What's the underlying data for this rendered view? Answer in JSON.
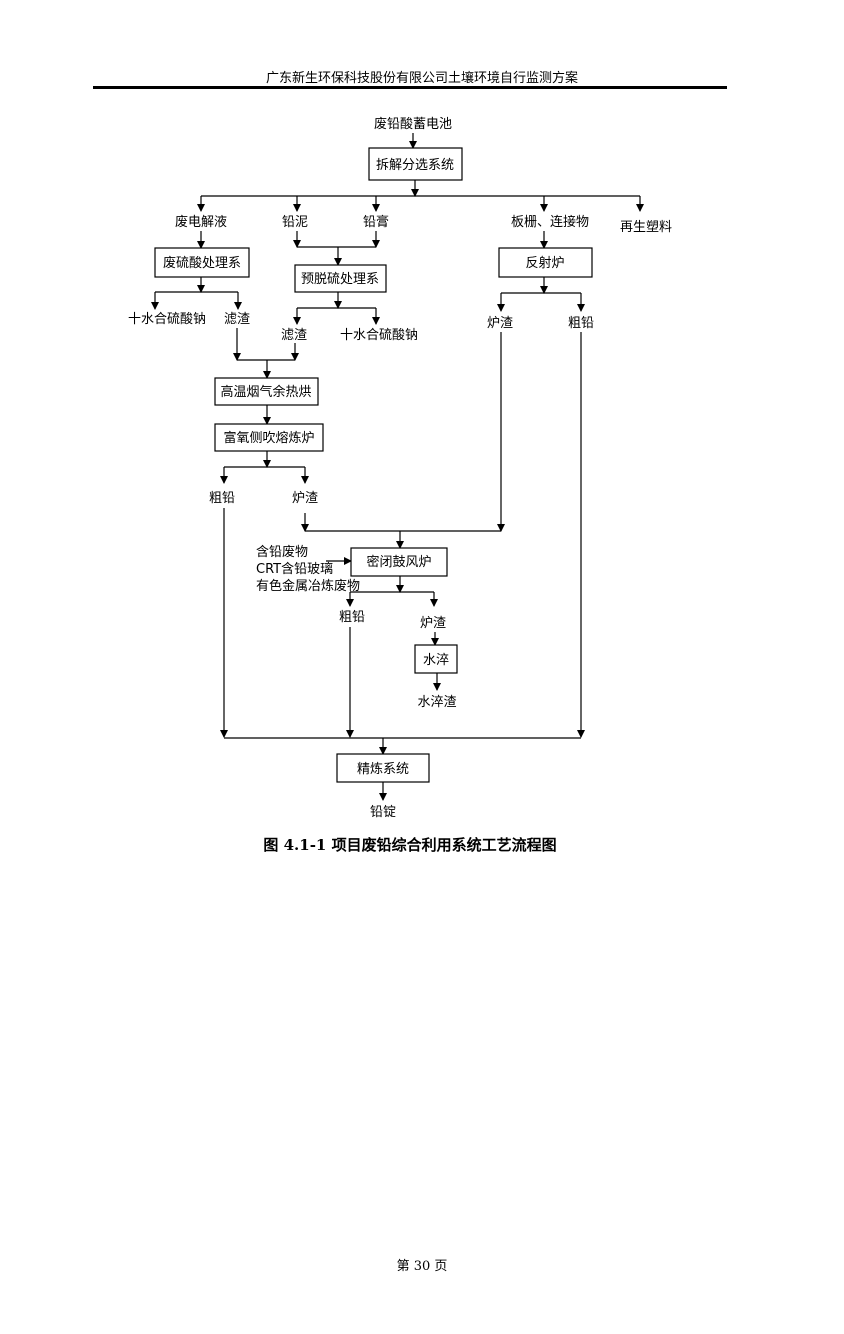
{
  "header": "广东新生环保科技股份有限公司土壤环境自行监测方案",
  "flow": {
    "input": "废铅酸蓄电池",
    "dismantle": "拆解分选系统",
    "electrolyte": "废电解液",
    "lead_mud": "铅泥",
    "lead_paste": "铅膏",
    "grid": "板栅、连接物",
    "plastic": "再生塑料",
    "acid_treat": "废硫酸处理系",
    "desulf": "预脱硫处理系",
    "reverb": "反射炉",
    "sodium1": "十水合硫酸钠",
    "residue1": "滤渣",
    "residue2": "滤渣",
    "sodium2": "十水合硫酸钠",
    "slag_reverb": "炉渣",
    "crude_reverb": "粗铅",
    "dryer": "高温烟气余热烘",
    "smelter": "富氧侧吹熔炼炉",
    "crude_smelter": "粗铅",
    "slag_smelter": "炉渣",
    "side_in1": "含铅废物",
    "side_in2": "CRT含铅玻璃",
    "side_in3": "有色金属冶炼废物",
    "blast": "密闭鼓风炉",
    "crude_blast": "粗铅",
    "slag_blast": "炉渣",
    "quench": "水淬",
    "quench_slag": "水淬渣",
    "refine": "精炼系统",
    "ingot": "铅锭"
  },
  "caption": "图 4.1-1  项目废铅综合利用系统工艺流程图",
  "footer": "第 30 页"
}
